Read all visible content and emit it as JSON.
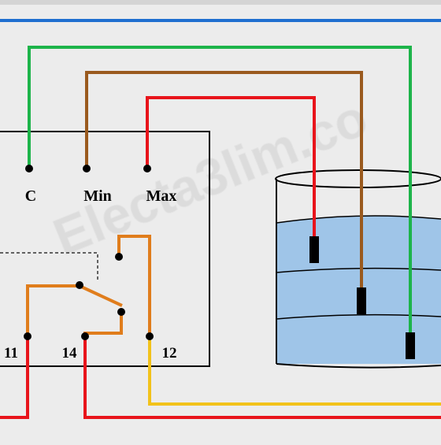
{
  "diagram": {
    "terminals": {
      "c": "C",
      "min": "Min",
      "max": "Max",
      "t11": "11",
      "t14": "14",
      "t12": "12"
    },
    "watermark": "Electa3lim.co",
    "colors": {
      "background": "#ececec",
      "top_rail": "#1f6fd0",
      "wire_green": "#1db44a",
      "wire_brown": "#9a5a1e",
      "wire_red": "#e8141b",
      "wire_orange": "#e07d1c",
      "wire_yellow": "#f2c21a",
      "water": "#9fc5e8",
      "outline": "#000000"
    }
  }
}
